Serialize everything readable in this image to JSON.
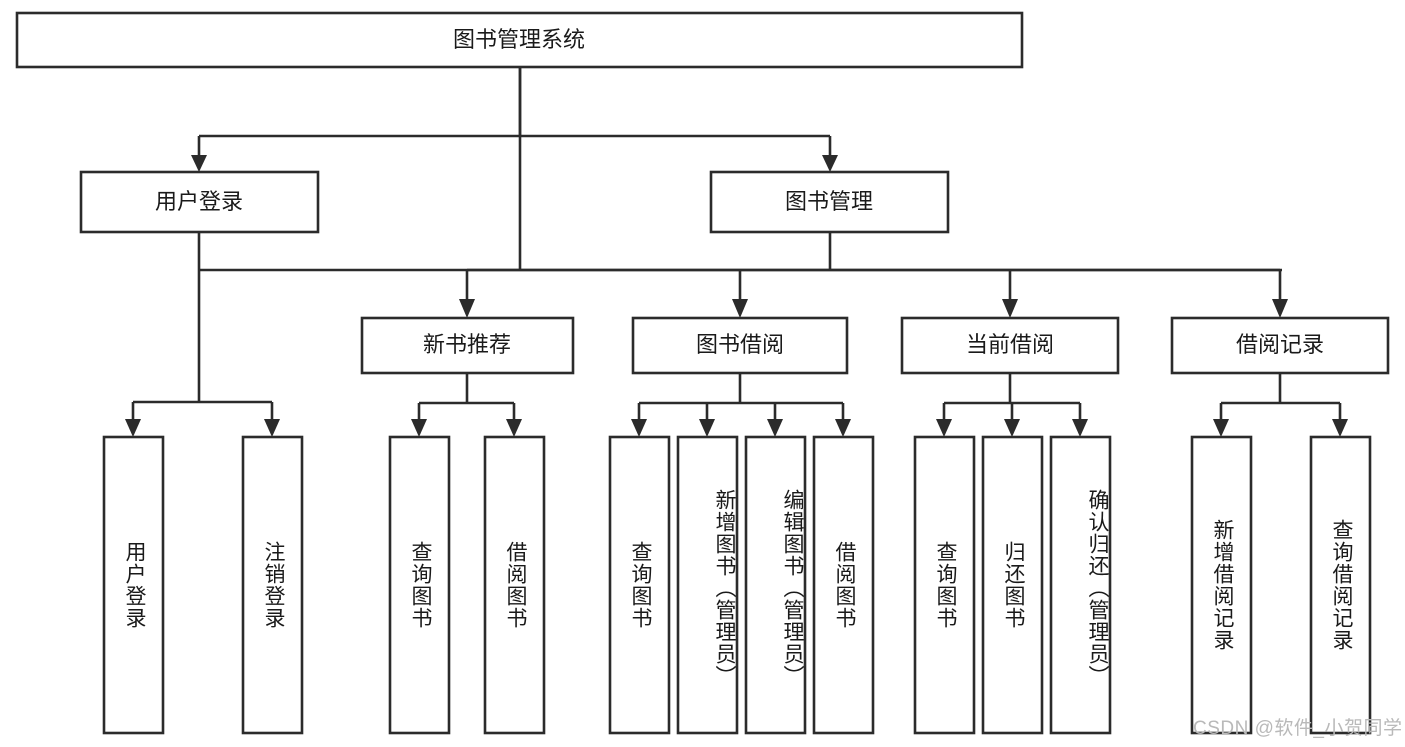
{
  "diagram": {
    "title": "图书管理系统",
    "type": "tree",
    "watermark": "CSDN @软件_小贺同学",
    "colors": {
      "stroke": "#2b2b2b",
      "box_fill": "#ffffff",
      "text": "#1a1a1a",
      "watermark": "#b9b9b9",
      "background": "#ffffff"
    },
    "levels": {
      "root": {
        "label": "图书管理系统"
      },
      "level2": [
        {
          "id": "user-login",
          "label": "用户登录"
        },
        {
          "id": "book-management",
          "label": "图书管理"
        }
      ],
      "level3": [
        {
          "id": "new-book-recommend",
          "label": "新书推荐",
          "parent": "book-management"
        },
        {
          "id": "book-borrow",
          "label": "图书借阅",
          "parent": "book-management"
        },
        {
          "id": "current-borrow",
          "label": "当前借阅",
          "parent": "book-management"
        },
        {
          "id": "borrow-record",
          "label": "借阅记录",
          "parent": "book-management"
        }
      ],
      "leaves": [
        {
          "id": "leaf-user-login",
          "label": "用户登录",
          "parent": "user-login"
        },
        {
          "id": "leaf-logout-login",
          "label": "注销登录",
          "parent": "user-login"
        },
        {
          "id": "leaf-query-book-1",
          "label": "查询图书",
          "parent": "new-book-recommend"
        },
        {
          "id": "leaf-borrow-book-1",
          "label": "借阅图书",
          "parent": "new-book-recommend"
        },
        {
          "id": "leaf-query-book-2",
          "label": "查询图书",
          "parent": "book-borrow"
        },
        {
          "id": "leaf-add-book",
          "label": "新增图书（管理员）",
          "parent": "book-borrow"
        },
        {
          "id": "leaf-edit-book",
          "label": "编辑图书（管理员）",
          "parent": "book-borrow"
        },
        {
          "id": "leaf-borrow-book-2",
          "label": "借阅图书",
          "parent": "book-borrow"
        },
        {
          "id": "leaf-query-book-3",
          "label": "查询图书",
          "parent": "current-borrow"
        },
        {
          "id": "leaf-return-book",
          "label": "归还图书",
          "parent": "current-borrow"
        },
        {
          "id": "leaf-confirm-return",
          "label": "确认归还（管理员）",
          "parent": "current-borrow"
        },
        {
          "id": "leaf-add-record",
          "label": "新增借阅记录",
          "parent": "borrow-record"
        },
        {
          "id": "leaf-query-record",
          "label": "查询借阅记录",
          "parent": "borrow-record"
        }
      ]
    }
  }
}
